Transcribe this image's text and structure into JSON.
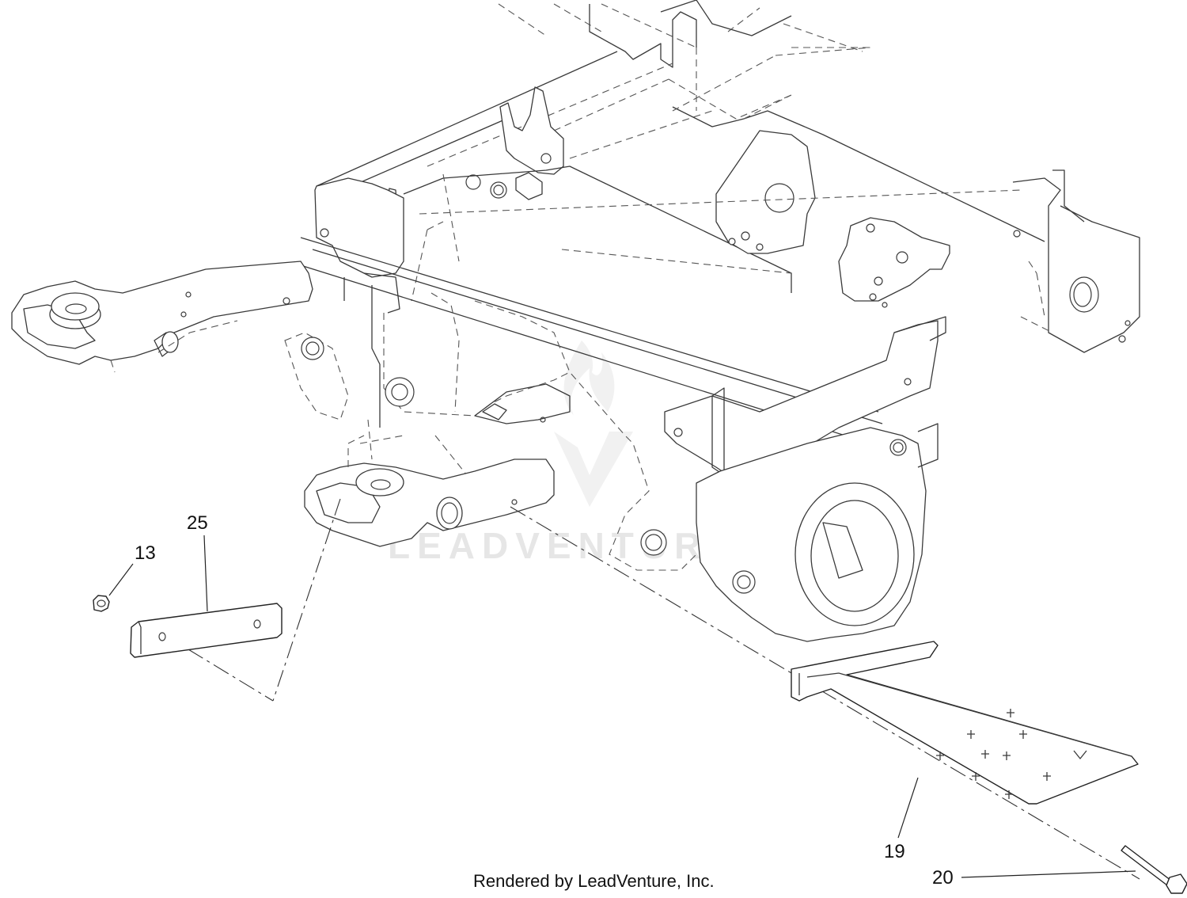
{
  "diagram": {
    "callouts": [
      {
        "id": "13",
        "label": "13"
      },
      {
        "id": "25",
        "label": "25"
      },
      {
        "id": "19",
        "label": "19"
      },
      {
        "id": "20",
        "label": "20"
      }
    ],
    "credit": "Rendered by LeadVenture, Inc.",
    "watermark": "LEADVENTURE",
    "colors": {
      "line": "#3a3a3a",
      "watermark": "#c9c9c9",
      "background": "#ffffff"
    }
  }
}
